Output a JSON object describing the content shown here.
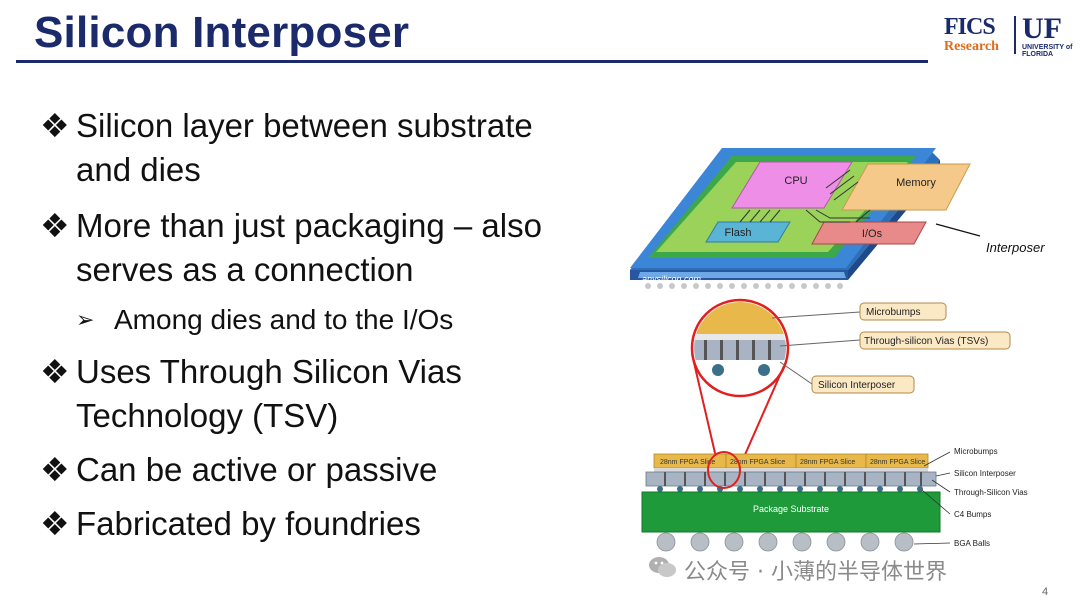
{
  "slide": {
    "title": "Silicon Interposer",
    "page_number": "4"
  },
  "logo": {
    "left_mark": "FICS",
    "left_sub": "Research",
    "right_mark": "UF",
    "right_sub_1": "UNIVERSITY of",
    "right_sub_2": "FLORIDA"
  },
  "bullets": [
    {
      "lines": [
        "Silicon layer between substrate",
        "and dies"
      ]
    },
    {
      "lines": [
        "More than just packaging – also",
        "serves as a connection"
      ]
    },
    {
      "sub": "Among dies and to the I/Os"
    },
    {
      "lines": [
        "Uses Through Silicon Vias",
        "Technology (TSV)"
      ]
    },
    {
      "lines": [
        "Can be active or passive"
      ]
    },
    {
      "lines": [
        "Fabricated by foundries"
      ]
    }
  ],
  "figure": {
    "top_chips": {
      "cpu": "CPU",
      "memory": "Memory",
      "flash": "Flash",
      "ios": "I/Os",
      "interposer_label": "Interposer",
      "credit": "anysilicon.com"
    },
    "zoom_callouts": {
      "microbumps": "Microbumps",
      "tsvs": "Through-silicon Vias (TSVs)",
      "interposer": "Silicon Interposer"
    },
    "cross_section": {
      "slices": [
        "28nm FPGA Slice",
        "28nm FPGA Slice",
        "28nm FPGA Slice",
        "28nm FPGA Slice"
      ],
      "substrate": "Package Substrate",
      "labels": [
        "Microbumps",
        "Silicon Interposer",
        "Through-Silicon Vias",
        "C4 Bumps",
        "BGA Balls"
      ]
    }
  },
  "watermark": "公众号 · 小薄的半导体世界",
  "colors": {
    "title": "#1b2a6b",
    "accent_orange": "#e06c1a",
    "board_blue": "#3b86d6",
    "board_green": "#3ca84a",
    "interposer_green": "#9bd25a",
    "cpu_pink": "#ee8ee6",
    "memory_orange": "#f5c98a",
    "flash_blue": "#5ab4d6",
    "io_pink": "#e88a8a",
    "callout_red": "#e02020",
    "substrate_green": "#1f9a3a"
  }
}
